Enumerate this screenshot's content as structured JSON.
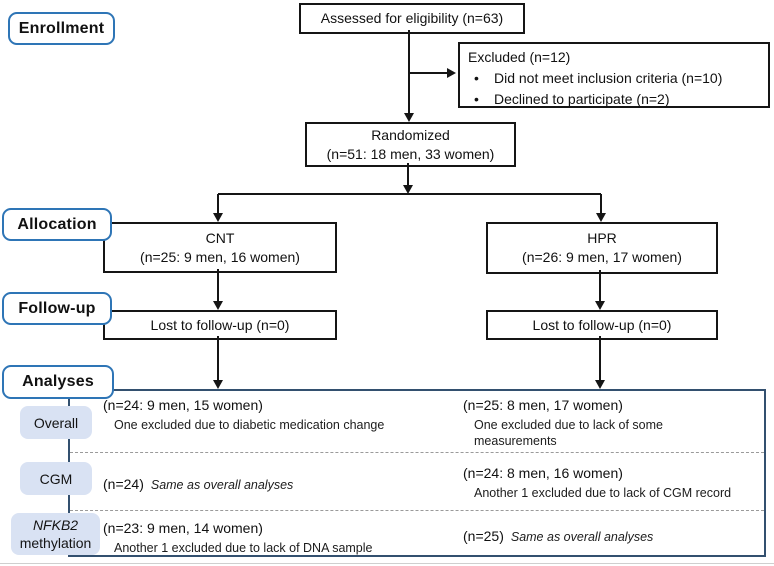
{
  "stages": {
    "enrollment": "Enrollment",
    "allocation": "Allocation",
    "followup": "Follow-up",
    "analyses": "Analyses"
  },
  "boxes": {
    "assessed": "Assessed for eligibility (n=63)",
    "excluded_title": "Excluded (n=12)",
    "excluded_bullets": [
      "Did not meet inclusion criteria (n=10)",
      "Declined to participate (n=2)"
    ],
    "randomized_line1": "Randomized",
    "randomized_line2": "(n=51: 18 men, 33 women)",
    "cnt_line1": "CNT",
    "cnt_line2": "(n=25: 9 men, 16 women)",
    "hpr_line1": "HPR",
    "hpr_line2": "(n=26: 9 men, 17 women)",
    "lost_cnt": "Lost to follow-up (n=0)",
    "lost_hpr": "Lost to follow-up (n=0)"
  },
  "analyses": {
    "rows": [
      {
        "label": "Overall",
        "cnt_main": "(n=24: 9 men, 15 women)",
        "cnt_note": "One excluded due to diabetic medication change",
        "hpr_main": "(n=25: 8 men, 17 women)",
        "hpr_note": "One excluded due to lack of some measurements"
      },
      {
        "label": "CGM",
        "cnt_main": "(n=24)",
        "cnt_note": "Same as overall analyses",
        "hpr_main": "(n=24: 8 men, 16 women)",
        "hpr_note": "Another 1 excluded due to lack of CGM record"
      },
      {
        "label_line1": "NFKB2",
        "label_line2": "methylation",
        "cnt_main": "(n=23: 9 men, 14 women)",
        "cnt_note": "Another 1 excluded due to lack of DNA sample",
        "hpr_main": "(n=25)",
        "hpr_note": "Same as overall analyses"
      }
    ]
  },
  "colors": {
    "accent_blue": "#2E75B6",
    "panel_border": "#33506F",
    "row_label_fill": "#D9E2F3",
    "line_black": "#151515"
  }
}
